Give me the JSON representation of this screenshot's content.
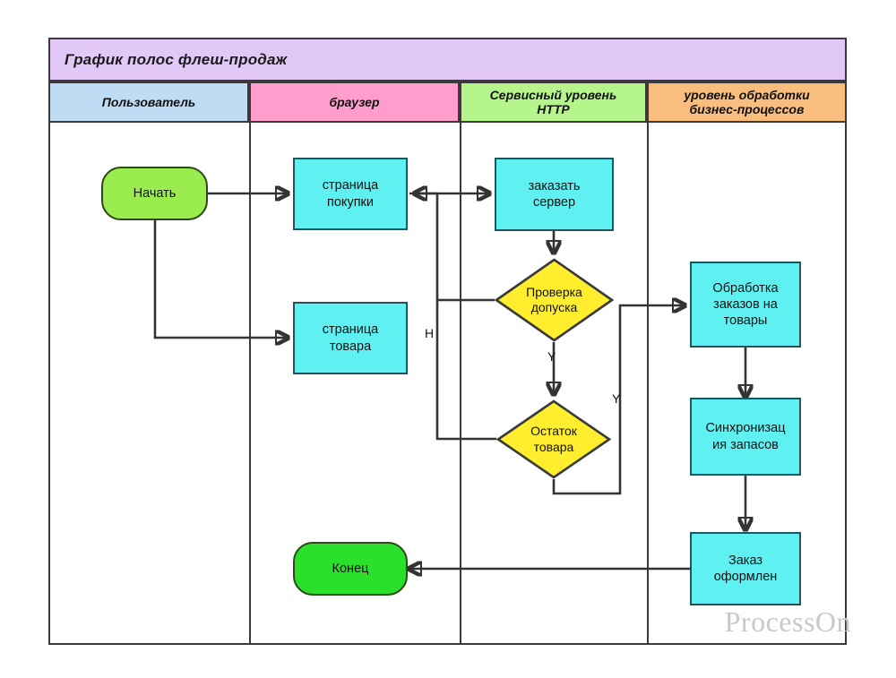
{
  "diagram": {
    "title": "График полос флеш-продаж",
    "watermark": "ProcessOn",
    "type": "swimlane-flowchart"
  },
  "lanes": [
    {
      "id": "user",
      "label": "Пользователь",
      "color": "#bfdcf5"
    },
    {
      "id": "browser",
      "label": "браузер",
      "color": "#ff9ecd"
    },
    {
      "id": "http",
      "label": "Сервисный уровень HTTP",
      "color": "#b6f58b"
    },
    {
      "id": "biz",
      "label": "уровень обработки бизнес-процессов",
      "color": "#f9bd7e"
    }
  ],
  "lane_labels": {
    "http_line1": "Сервисный уровень",
    "http_line2": "HTTP",
    "biz_line1": "уровень обработки",
    "biz_line2": "бизнес-процессов"
  },
  "nodes": {
    "start": {
      "label": "Начать",
      "shape": "terminator",
      "lane": "user",
      "color": "#9bec4f"
    },
    "buy_page": {
      "label": "страница покупки",
      "shape": "process",
      "lane": "browser",
      "color": "#5ff1f1"
    },
    "product_page": {
      "label": "страница товара",
      "shape": "process",
      "lane": "browser",
      "color": "#5ff1f1"
    },
    "end": {
      "label": "Конец",
      "shape": "terminator",
      "lane": "browser",
      "color": "#2ae02a"
    },
    "order_server": {
      "label": "заказать сервер",
      "shape": "process",
      "lane": "http",
      "color": "#5ff1f1"
    },
    "check_access": {
      "label": "Проверка допуска",
      "shape": "decision",
      "lane": "http",
      "color": "#ffee2e"
    },
    "stock_left": {
      "label": "Остаток товара",
      "shape": "decision",
      "lane": "http",
      "color": "#ffee2e"
    },
    "order_proc": {
      "label": "Обработка заказов на товары",
      "shape": "process",
      "lane": "biz",
      "color": "#5ff1f1"
    },
    "stock_sync": {
      "label": "Синхронизация запасов",
      "shape": "process",
      "lane": "biz",
      "color": "#5ff1f1"
    },
    "order_done": {
      "label": "Заказ оформлен",
      "shape": "process",
      "lane": "biz",
      "color": "#5ff1f1"
    }
  },
  "node_text": {
    "start": "Начать",
    "buy_page_l1": "страница",
    "buy_page_l2": "покупки",
    "product_page_l1": "страница",
    "product_page_l2": "товара",
    "end": "Конец",
    "order_server_l1": "заказать",
    "order_server_l2": "сервер",
    "check_access_l1": "Проверка",
    "check_access_l2": "допуска",
    "stock_left_l1": "Остаток",
    "stock_left_l2": "товара",
    "order_proc_l1": "Обработка",
    "order_proc_l2": "заказов на",
    "order_proc_l3": "товары",
    "stock_sync_l1": "Синхронизац",
    "stock_sync_l2": "ия запасов",
    "order_done_l1": "Заказ",
    "order_done_l2": "оформлен"
  },
  "edges": [
    {
      "from": "start",
      "to": "buy_page",
      "label": ""
    },
    {
      "from": "start",
      "to": "product_page",
      "label": ""
    },
    {
      "from": "buy_page",
      "to": "order_server",
      "label": ""
    },
    {
      "from": "order_server",
      "to": "check_access",
      "label": ""
    },
    {
      "from": "check_access",
      "to": "buy_page",
      "label": "Н"
    },
    {
      "from": "check_access",
      "to": "stock_left",
      "label": "Y"
    },
    {
      "from": "stock_left",
      "to": "buy_page",
      "label": "Н"
    },
    {
      "from": "stock_left",
      "to": "order_proc",
      "label": "Y"
    },
    {
      "from": "order_proc",
      "to": "stock_sync",
      "label": ""
    },
    {
      "from": "stock_sync",
      "to": "order_done",
      "label": ""
    },
    {
      "from": "order_done",
      "to": "end",
      "label": ""
    }
  ],
  "edge_labels": {
    "no_branch": "Н",
    "yes_down": "Y",
    "yes_right": "Y"
  },
  "colors": {
    "title_band": "#e2c8f7",
    "process_fill": "#5ff1f1",
    "process_border": "#1f5560",
    "decision_fill": "#ffee2e",
    "decision_border": "#3a3a3a",
    "start_fill": "#9bec4f",
    "end_fill": "#2ae02a",
    "line": "#333333",
    "frame": "#3a3a3a"
  }
}
